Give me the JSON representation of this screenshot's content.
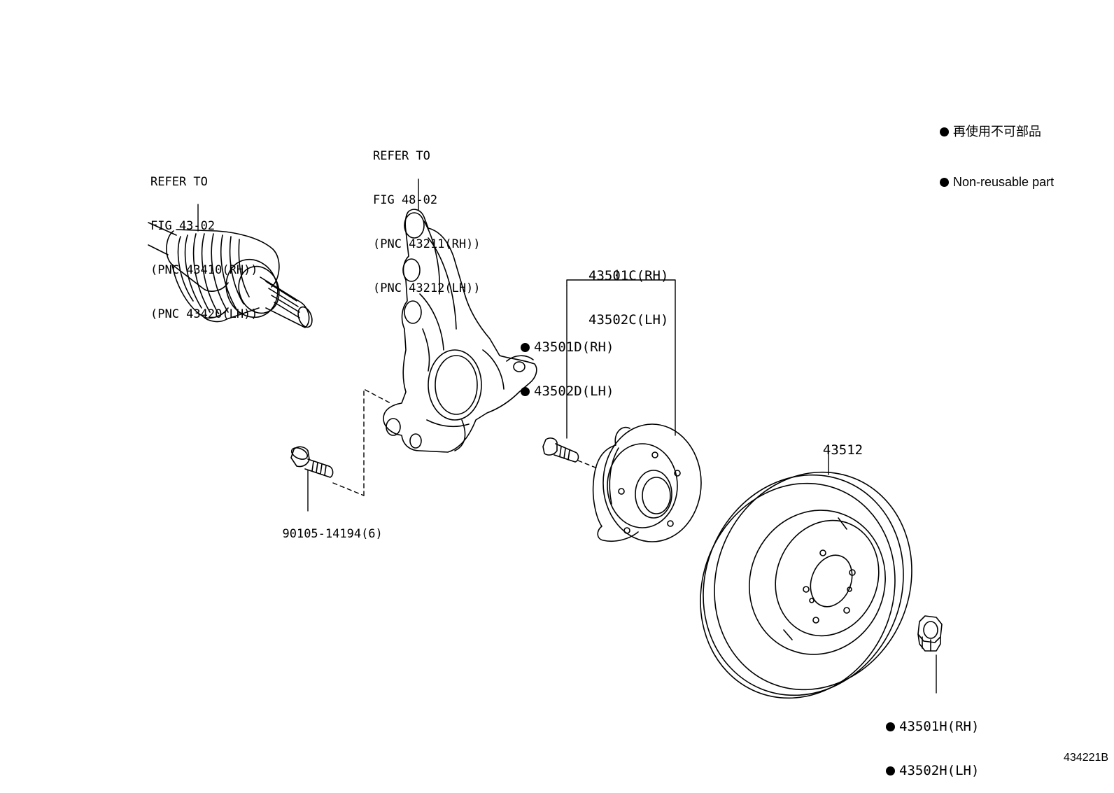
{
  "legend": {
    "line_jp": "再使用不可部品",
    "line_en": "Non-reusable part"
  },
  "labels": {
    "driveshaft": [
      "REFER TO",
      "FIG 43-02",
      "(PNC 43410(RH))",
      "(PNC 43420(LH))"
    ],
    "knuckle": [
      "REFER TO",
      "FIG 48-02",
      "(PNC 43211(RH))",
      "(PNC 43212(LH))"
    ],
    "hub_assy": [
      "43501C(RH)",
      "43502C(LH)"
    ],
    "hub_bolt": [
      "43501D(RH)",
      "43502D(LH)"
    ],
    "knuckle_bolt": "90105-14194(6)",
    "disc": "43512",
    "nut": [
      "43501H(RH)",
      "43502H(LH)"
    ]
  },
  "figure_id": "434221B"
}
